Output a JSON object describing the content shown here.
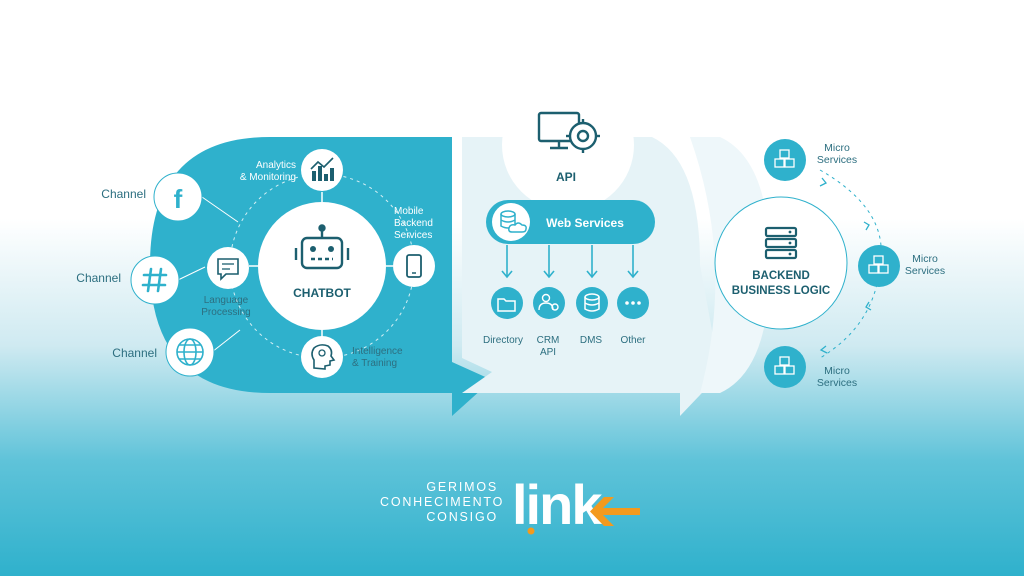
{
  "channels": [
    {
      "label": "Channel",
      "icon": "facebook-icon"
    },
    {
      "label": "Channel",
      "icon": "slack-hash-icon"
    },
    {
      "label": "Channel",
      "icon": "globe-icon"
    }
  ],
  "chatbot": {
    "title": "CHATBOT",
    "analytics": [
      "Analytics",
      "& Monitoring"
    ],
    "mobile": [
      "Mobile",
      "Backend",
      "Services"
    ],
    "language": [
      "Language",
      "Processing"
    ],
    "intelligence": [
      "Intelligence",
      "& Training"
    ]
  },
  "api": {
    "title": "API",
    "web_services": "Web Services",
    "services": [
      {
        "label": [
          "Directory"
        ],
        "icon": "folder-icon"
      },
      {
        "label": [
          "CRM",
          "API"
        ],
        "icon": "users-gear-icon"
      },
      {
        "label": [
          "DMS"
        ],
        "icon": "database-icon"
      },
      {
        "label": [
          "Other"
        ],
        "icon": "more-icon"
      }
    ]
  },
  "backend": {
    "title": [
      "BACKEND",
      "BUSINESS LOGIC"
    ],
    "micro_top": [
      "Micro",
      "Services"
    ],
    "micro_mid": [
      "Micro",
      "Services"
    ],
    "micro_bottom": [
      "Micro",
      "Services"
    ]
  },
  "brand": {
    "tagline": [
      "GERIMOS",
      "CONHECIMENTO",
      "CONSIGO"
    ],
    "logo_text": "link"
  },
  "colors": {
    "primary": "#2fb1cc",
    "panel_light": "#e6f3f7",
    "dark": "#1c5f6f",
    "accent": "#f39a1e",
    "text": "#2d6f80"
  }
}
